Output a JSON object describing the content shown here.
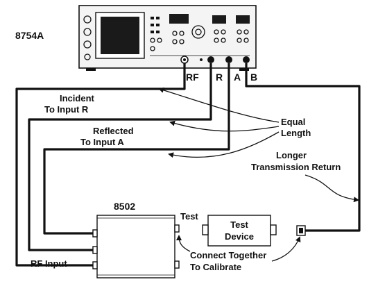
{
  "instrument": {
    "model": "8754A",
    "ports": [
      "RF",
      "R",
      "A",
      "B"
    ]
  },
  "test_set": {
    "model": "8502",
    "test_port_label": "Test",
    "rf_input_label": "RF Input"
  },
  "test_device": {
    "line1": "Test",
    "line2": "Device"
  },
  "annotations": {
    "incident_line1": "Incident",
    "incident_line2": "To Input R",
    "reflected_line1": "Reflected",
    "reflected_line2": "To Input A",
    "equal_line1": "Equal",
    "equal_line2": "Length",
    "longer_line1": "Longer",
    "longer_line2": "Transmission Return",
    "connect_line1": "Connect Together",
    "connect_line2": "To Calibrate"
  },
  "colors": {
    "ink": "#111111",
    "panel": "#f4f4f4",
    "screen": "#1a1a1a"
  }
}
